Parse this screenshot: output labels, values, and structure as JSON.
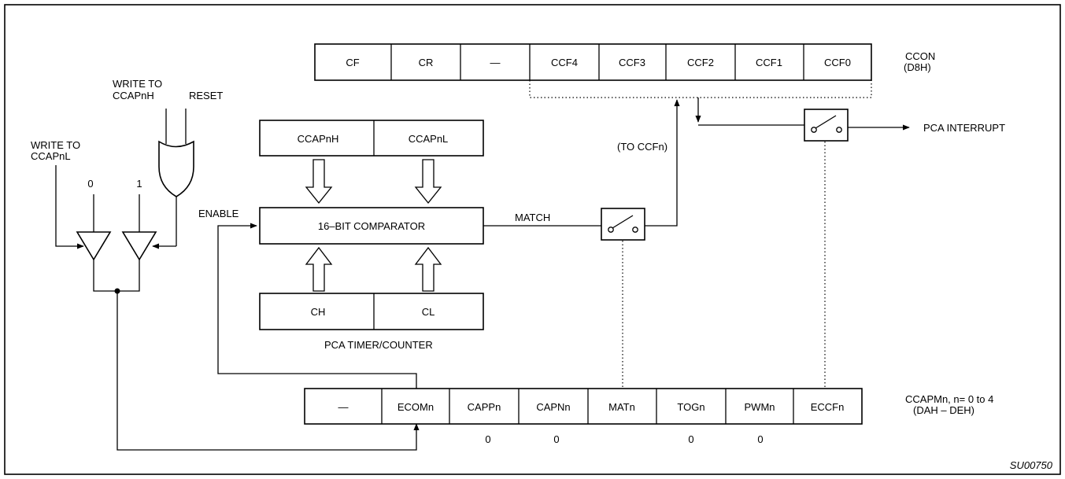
{
  "ccon": {
    "bits": [
      "CF",
      "CR",
      "—",
      "CCF4",
      "CCF3",
      "CCF2",
      "CCF1",
      "CCF0"
    ],
    "name": "CCON",
    "address": "(D8H)"
  },
  "ccapm": {
    "bits": [
      "—",
      "ECOMn",
      "CAPPn",
      "CAPNn",
      "MATn",
      "TOGn",
      "PWMn",
      "ECCFn"
    ],
    "values": [
      "",
      "",
      "0",
      "0",
      "",
      "0",
      "0",
      ""
    ],
    "name": "CCAPMn, n= 0 to 4",
    "address": "(DAH – DEH)"
  },
  "registers": {
    "ccap_h": "CCAPnH",
    "ccap_l": "CCAPnL",
    "ch": "CH",
    "cl": "CL"
  },
  "comparator": "16–BIT COMPARATOR",
  "timer_label": "PCA TIMER/COUNTER",
  "labels": {
    "write_ccapnl_1": "WRITE TO",
    "write_ccapnl_2": "CCAPnL",
    "write_ccapnh_1": "WRITE TO",
    "write_ccapnh_2": "CCAPnH",
    "reset": "RESET",
    "in0": "0",
    "in1": "1",
    "enable": "ENABLE",
    "match": "MATCH",
    "to_ccfn": "(TO CCFn)",
    "pca_interrupt": "PCA INTERRUPT"
  },
  "figure_id": "SU00750"
}
